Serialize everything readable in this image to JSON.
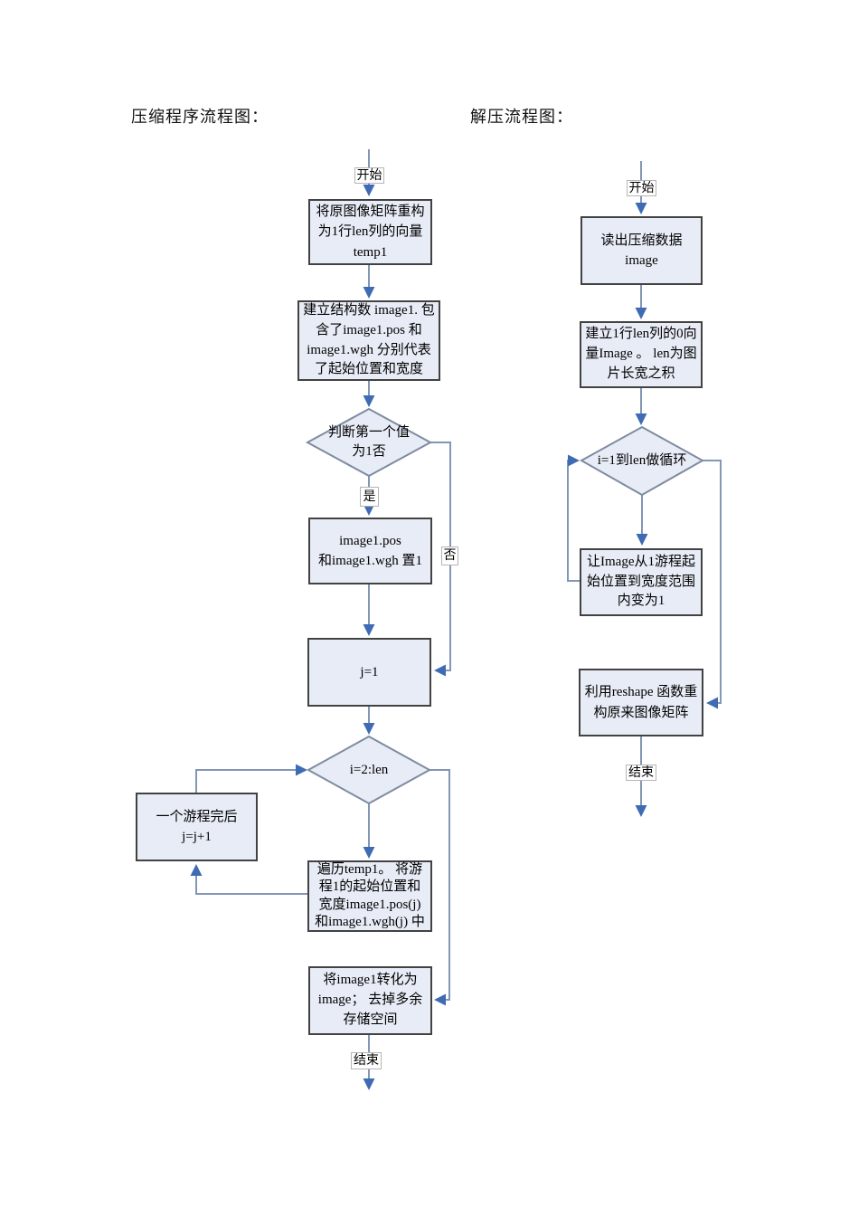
{
  "titles": {
    "left": "压缩程序流程图：",
    "right": "解压流程图："
  },
  "left_chart": {
    "labels": {
      "start": "开始",
      "end": "结束",
      "yes": "是",
      "no": "否"
    },
    "nodes": {
      "reshape_to_vector": "将原图像矩阵重构\n为1行len列的向量\ntemp1",
      "build_struct": "建立结构数 image1. 包\n含了image1.pos 和\nimage1.wgh 分别代表\n了起始位置和宽度",
      "check_first_value": "判断第一个值\n为1否",
      "set_pos_wgh": "image1.pos\n和image1.wgh 置1",
      "j_init": "j=1",
      "loop_cond": "i=2:len",
      "run_done": "一个游程完后\nj=j+1",
      "traverse": "遍历temp1。 将游\n程1的起始位置和\n宽度image1.pos(j)\n和image1.wgh(j) 中",
      "convert_image": "将image1转化为\nimage； 去掉多余\n存储空间"
    }
  },
  "right_chart": {
    "labels": {
      "start": "开始",
      "end": "结束"
    },
    "nodes": {
      "read_data": "读出压缩数据\nimage",
      "build_zero_vector": "建立1行len列的0向\n量Image 。 len为图\n片长宽之积",
      "loop_cond": "i=1到len做循环",
      "set_range_to_one": "让Image从1游程起\n始位置到宽度范围\n内变为1",
      "reshape_matrix": "利用reshape 函数重\n构原来图像矩阵"
    }
  },
  "palette": {
    "box_fill": "#e8ecf6",
    "box_border": "#424242",
    "diamond_border": "#7e8ba0",
    "connector_line": "#8396b5",
    "arrowhead": "#3e6bb4",
    "tag_border": "#b5b5b5"
  }
}
